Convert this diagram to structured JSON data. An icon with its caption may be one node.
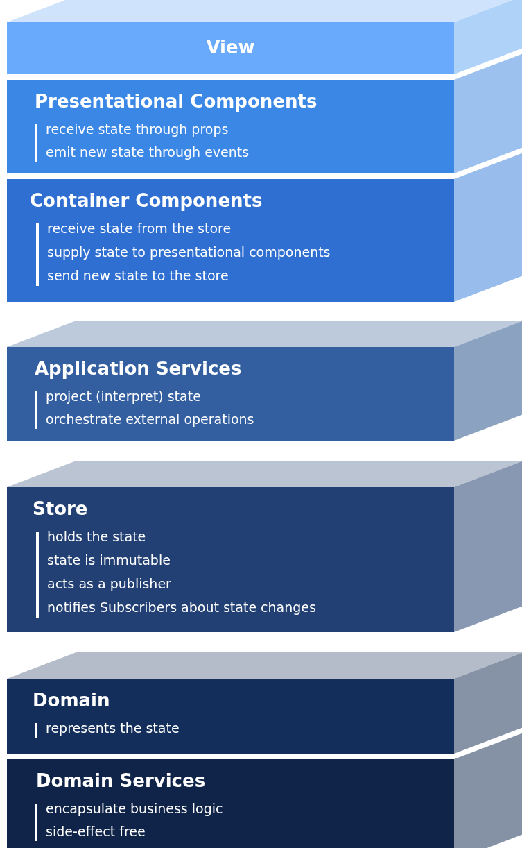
{
  "diagram": {
    "nodes": [
      {
        "text": [
          "View"
        ]
      },
      {
        "text": [
          "Presentational Components",
          "receive state through props",
          "emit new state through events"
        ]
      },
      {
        "text": [
          "Container Components",
          "receive state from the store",
          "supply state to presentational components",
          "send new state to the store"
        ]
      },
      {
        "text": [
          "Application Services",
          "project (interpret) state",
          "orchestrate external operations"
        ]
      },
      {
        "text": [
          "Store",
          "holds the state",
          "state is immutable",
          "acts as a publisher",
          "notifies Subscribers about state changes"
        ]
      },
      {
        "text": [
          "Domain",
          "represents the state"
        ]
      },
      {
        "text": [
          "Domain Services",
          "encapsulate business logic",
          "side-effect free"
        ]
      }
    ]
  }
}
